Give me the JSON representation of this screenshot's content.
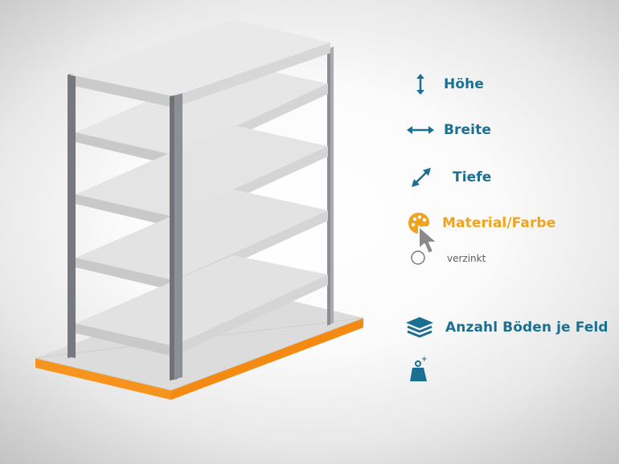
{
  "options": [
    {
      "id": "height",
      "label": "Höhe",
      "icon": "vertical-arrow-icon"
    },
    {
      "id": "width",
      "label": "Breite",
      "icon": "horizontal-arrow-icon"
    },
    {
      "id": "depth",
      "label": "Tiefe",
      "icon": "diagonal-arrow-icon"
    },
    {
      "id": "material",
      "label": "Material/Farbe",
      "icon": "color-palette-icon",
      "active": true
    },
    {
      "id": "shelves",
      "label": "Anzahl Böden je Feld",
      "icon": "layers-icon"
    },
    {
      "id": "load",
      "label": "",
      "icon": "weight-icon"
    }
  ],
  "material_swatch": {
    "label": "verzinkt",
    "icon": "circle-swatch-icon"
  },
  "colors": {
    "accent_blue": "#1a6f93",
    "accent_orange": "#f0a31f",
    "base_orange": "#f7941d",
    "post_gray": "#7b7f83",
    "shelf_gray": "#e3e3e3"
  }
}
